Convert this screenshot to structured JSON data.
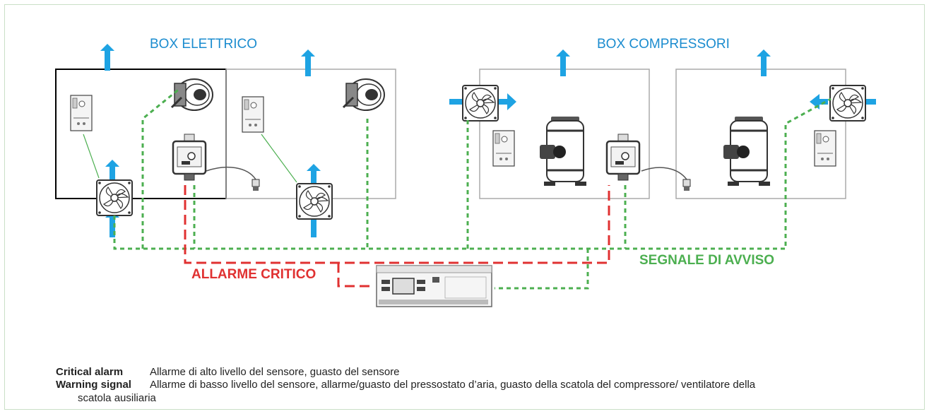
{
  "diagram": {
    "box_electric_title": "BOX ELETTRICO",
    "box_compressor_title": "BOX COMPRESSORI",
    "critical_alarm_label": "ALLARME CRITICO",
    "warning_signal_label": "SEGNALE DI AVVISO",
    "colors": {
      "airflow": "#1ea3e3",
      "critical": "#e03131",
      "warning": "#4caf50",
      "title": "#1b8ccf"
    }
  },
  "legend": {
    "critical_term": "Critical alarm",
    "critical_desc": "Allarme di alto livello del sensore, guasto del sensore",
    "warning_term": "Warning signal",
    "warning_desc": "Allarme di basso livello del sensore, allarme/guasto del pressostato d’aria, guasto della scatola del compressore/ ventilatore della",
    "warning_desc_cont": "scatola ausiliaria"
  }
}
